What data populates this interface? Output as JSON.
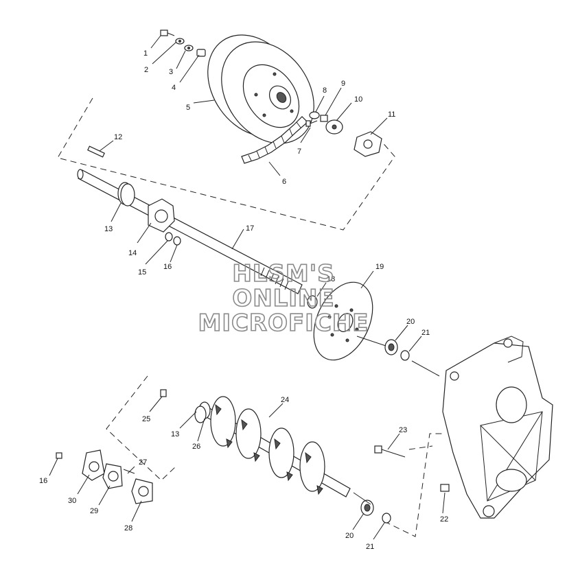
{
  "watermark": {
    "line1": "HLSM'S",
    "line2": "ONLINE",
    "line3": "MICROFICHE"
  },
  "callouts": {
    "c1": "1",
    "c2": "2",
    "c3": "3",
    "c4": "4",
    "c5": "5",
    "c6": "6",
    "c7": "7",
    "c8": "8",
    "c9": "9",
    "c10": "10",
    "c11": "11",
    "c12": "12",
    "c13a": "13",
    "c14": "14",
    "c15": "15",
    "c16a": "16",
    "c17": "17",
    "c18": "18",
    "c19": "19",
    "c20a": "20",
    "c21a": "21",
    "c22": "22",
    "c23": "23",
    "c24": "24",
    "c25": "25",
    "c13b": "13",
    "c26": "26",
    "c27": "27",
    "c16b": "16",
    "c30": "30",
    "c29": "29",
    "c28": "28",
    "c20b": "20",
    "c21b": "21"
  }
}
